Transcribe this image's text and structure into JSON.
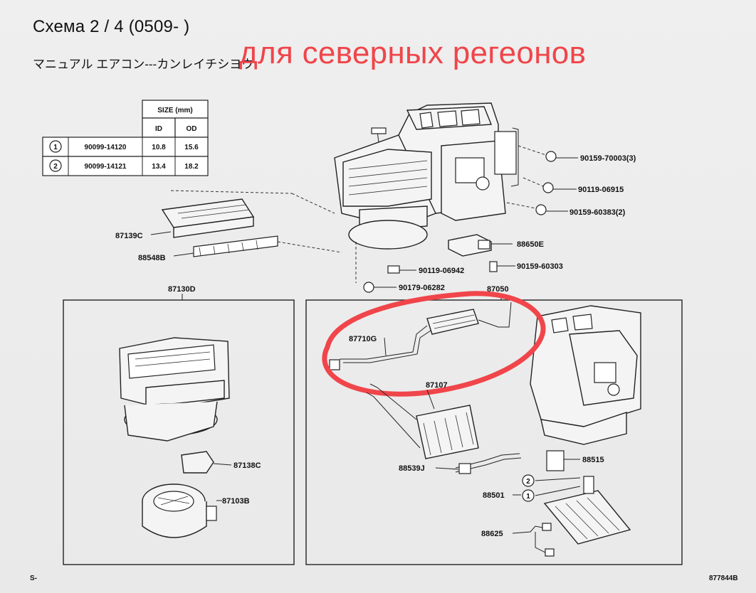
{
  "header": {
    "title": "Схема 2 / 4 (0509- )",
    "subtitle": "マニュアル エアコン---カンレイチシヨウ",
    "annotation": "для северных регеонов"
  },
  "size_table": {
    "group_header": "SIZE (mm)",
    "columns": [
      "ID",
      "OD"
    ],
    "rows": [
      {
        "mark": "1",
        "part": "90099-14120",
        "id": "10.8",
        "od": "15.6"
      },
      {
        "mark": "2",
        "part": "90099-14121",
        "id": "13.4",
        "od": "18.2"
      }
    ]
  },
  "parts": {
    "p70003": "90159-70003(3)",
    "p06915": "90119-06915",
    "p60383": "90159-60383(2)",
    "p87139c": "87139C",
    "p88548b": "88548B",
    "p88650e": "88650E",
    "p06942": "90119-06942",
    "p60303": "90159-60303",
    "p06282": "90179-06282",
    "p87130d": "87130D",
    "p87050": "87050",
    "p87710g": "87710G",
    "p87107": "87107",
    "p87138c": "87138C",
    "p87103b": "87103B",
    "p88539j": "88539J",
    "p88515": "88515",
    "p88501": "88501",
    "p88625": "88625",
    "callout1": "1",
    "callout2": "2"
  },
  "footer": {
    "left": "S-",
    "right": "877844B"
  },
  "colors": {
    "annotation": "#f0454a",
    "highlight_ring": "#f0454a"
  }
}
